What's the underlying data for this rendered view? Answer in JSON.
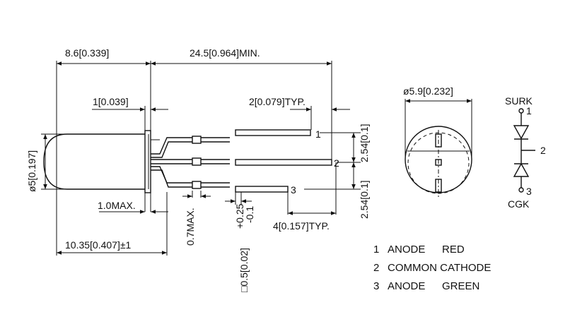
{
  "dimensions": {
    "body_length": "8.6[0.339]",
    "lead_length": "24.5[0.964]MIN.",
    "flange": "1[0.039]",
    "lead_pitch_typ": "2[0.079]TYP.",
    "body_diameter": "ø5[0.197]",
    "flange_max": "1.0MAX.",
    "overall_length": "10.35[0.407]±1",
    "lead_offset_max": "0.7MAX.",
    "lead_square": "□0.5[0.02]",
    "lead_tolerance": "+0.25",
    "lead_tolerance_minus": "-0.1",
    "spacing_upper": "2.54[0.1]",
    "spacing_lower": "2.54[0.1]",
    "lead_typ": "4[0.157]TYP.",
    "flange_diameter": "ø5.9[0.232]"
  },
  "pin_numbers": [
    "1",
    "2",
    "3"
  ],
  "schematic": {
    "top_label": "SURK",
    "top_pin": "1",
    "middle_pin": "2",
    "bottom_pin": "3",
    "bottom_label": "CGK"
  },
  "legend": [
    {
      "num": "1",
      "name": "ANODE",
      "color": "RED"
    },
    {
      "num": "2",
      "name": "COMMON CATHODE",
      "color": ""
    },
    {
      "num": "3",
      "name": "ANODE",
      "color": "GREEN"
    }
  ]
}
